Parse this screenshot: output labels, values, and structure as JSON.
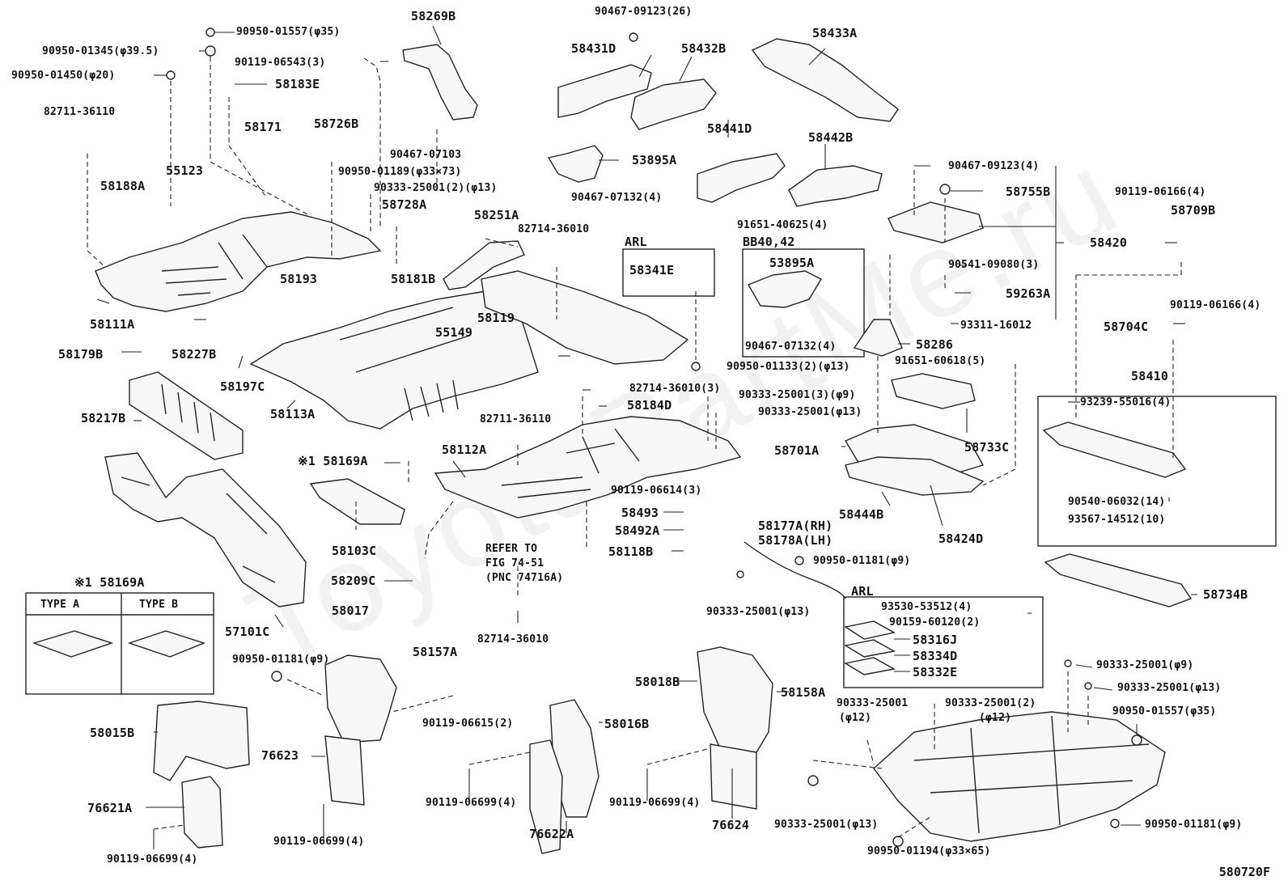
{
  "diagram_code": "580720F",
  "watermark": "ToyotaPartMe.ru",
  "refer_note": [
    "REFER TO",
    "FIG 74-51",
    "(PNC 74716A)"
  ],
  "groups": {
    "arl_1": {
      "title": "ARL",
      "label": "58341E"
    },
    "bb": {
      "title": "BB40,42",
      "label_a": "53895A",
      "label_b": "90467-07132(4)"
    },
    "box_58410": {
      "title": "58410"
    },
    "arl_2": {
      "title": "ARL"
    },
    "type_box": {
      "title": "※1 58169A",
      "type_a": "TYPE  A",
      "type_b": "TYPE  B"
    }
  },
  "labels": [
    {
      "id": "p58269B",
      "text": "58269B"
    },
    {
      "id": "p90950_01557",
      "text": "90950-01557(φ35)"
    },
    {
      "id": "p90950_01345",
      "text": "90950-01345(φ39.5)"
    },
    {
      "id": "p90119_06543",
      "text": "90119-06543(3)"
    },
    {
      "id": "p90950_01450",
      "text": "90950-01450(φ20)"
    },
    {
      "id": "p58183E",
      "text": "58183E"
    },
    {
      "id": "p82711_36110a",
      "text": "82711-36110"
    },
    {
      "id": "p58171",
      "text": "58171"
    },
    {
      "id": "p58726B",
      "text": "58726B"
    },
    {
      "id": "p90467_07103",
      "text": "90467-07103"
    },
    {
      "id": "p90950_01189",
      "text": "90950-01189(φ33×73)"
    },
    {
      "id": "p55123",
      "text": "55123"
    },
    {
      "id": "p58188A",
      "text": "58188A"
    },
    {
      "id": "p90333_25001_2",
      "text": "90333-25001(2)(φ13)"
    },
    {
      "id": "p58728A",
      "text": "58728A"
    },
    {
      "id": "p58251A",
      "text": "58251A"
    },
    {
      "id": "p82714_36010a",
      "text": "82714-36010"
    },
    {
      "id": "p58193",
      "text": "58193"
    },
    {
      "id": "p58181B",
      "text": "58181B"
    },
    {
      "id": "p58111A",
      "text": "58111A"
    },
    {
      "id": "p58119",
      "text": "58119"
    },
    {
      "id": "p55149",
      "text": "55149"
    },
    {
      "id": "p58179B",
      "text": "58179B"
    },
    {
      "id": "p58227B",
      "text": "58227B"
    },
    {
      "id": "p58197C",
      "text": "58197C"
    },
    {
      "id": "p58113A",
      "text": "58113A"
    },
    {
      "id": "p58217B",
      "text": "58217B"
    },
    {
      "id": "p90467_09123_26",
      "text": "90467-09123(26)"
    },
    {
      "id": "p58431D",
      "text": "58431D"
    },
    {
      "id": "p58432B",
      "text": "58432B"
    },
    {
      "id": "p58433A",
      "text": "58433A"
    },
    {
      "id": "p58441D",
      "text": "58441D"
    },
    {
      "id": "p58442B",
      "text": "58442B"
    },
    {
      "id": "p53895A",
      "text": "53895A"
    },
    {
      "id": "p90467_07132",
      "text": "90467-07132(4)"
    },
    {
      "id": "p90467_09123_4",
      "text": "90467-09123(4)"
    },
    {
      "id": "p58755B",
      "text": "58755B"
    },
    {
      "id": "p90119_06166a",
      "text": "90119-06166(4)"
    },
    {
      "id": "p58709B",
      "text": "58709B"
    },
    {
      "id": "p91651_40625",
      "text": "91651-40625(4)"
    },
    {
      "id": "p58420",
      "text": "58420"
    },
    {
      "id": "p90541_09080",
      "text": "90541-09080(3)"
    },
    {
      "id": "p59263A",
      "text": "59263A"
    },
    {
      "id": "p90119_06166b",
      "text": "90119-06166(4)"
    },
    {
      "id": "p93311_16012",
      "text": "93311-16012"
    },
    {
      "id": "p58704C",
      "text": "58704C"
    },
    {
      "id": "p58286",
      "text": "58286"
    },
    {
      "id": "p91651_60618",
      "text": "91651-60618(5)"
    },
    {
      "id": "p90950_01133",
      "text": "90950-01133(2)(φ13)"
    },
    {
      "id": "p82714_36010b",
      "text": "82714-36010(3)"
    },
    {
      "id": "p90333_25001_3",
      "text": "90333-25001(3)(φ9)"
    },
    {
      "id": "p58184D",
      "text": "58184D"
    },
    {
      "id": "p90333_25001_13a",
      "text": "90333-25001(φ13)"
    },
    {
      "id": "p82711_36110b",
      "text": "82711-36110"
    },
    {
      "id": "p58112A",
      "text": "58112A"
    },
    {
      "id": "p58169A",
      "text": "※1 58169A"
    },
    {
      "id": "p58103C",
      "text": "58103C"
    },
    {
      "id": "p57101C",
      "text": "57101C"
    },
    {
      "id": "p58701A",
      "text": "58701A"
    },
    {
      "id": "p58733C",
      "text": "58733C"
    },
    {
      "id": "p58444B",
      "text": "58444B"
    },
    {
      "id": "p58424D",
      "text": "58424D"
    },
    {
      "id": "p93239_55016",
      "text": "93239-55016(4)"
    },
    {
      "id": "p90540_06032",
      "text": "90540-06032(14)"
    },
    {
      "id": "p93567_14512",
      "text": "93567-14512(10)"
    },
    {
      "id": "p90119_06614",
      "text": "90119-06614(3)"
    },
    {
      "id": "p58493",
      "text": "58493"
    },
    {
      "id": "p58492A",
      "text": "58492A"
    },
    {
      "id": "p58118B",
      "text": "58118B"
    },
    {
      "id": "p58177A",
      "text": "58177A(RH)"
    },
    {
      "id": "p58178A",
      "text": "58178A(LH)"
    },
    {
      "id": "p90950_01181a",
      "text": "90950-01181(φ9)"
    },
    {
      "id": "p58734B",
      "text": "58734B"
    },
    {
      "id": "p58209C",
      "text": "58209C"
    },
    {
      "id": "p90333_25001_13b",
      "text": "90333-25001(φ13)"
    },
    {
      "id": "p82714_36010c",
      "text": "82714-36010"
    },
    {
      "id": "p93530_53512",
      "text": "93530-53512(4)"
    },
    {
      "id": "p90159_60120",
      "text": "90159-60120(2)"
    },
    {
      "id": "p58316J",
      "text": "58316J"
    },
    {
      "id": "p58334D",
      "text": "58334D"
    },
    {
      "id": "p58332E",
      "text": "58332E"
    },
    {
      "id": "p58017",
      "text": "58017"
    },
    {
      "id": "p90950_01181b",
      "text": "90950-01181(φ9)"
    },
    {
      "id": "p58157A",
      "text": "58157A"
    },
    {
      "id": "p58018B",
      "text": "58018B"
    },
    {
      "id": "p58158A",
      "text": "58158A"
    },
    {
      "id": "p90333_25001_12a",
      "text": "90333-25001"
    },
    {
      "id": "p90333_25001_12a_d",
      "text": "(φ12)"
    },
    {
      "id": "p90333_25001_2b",
      "text": "90333-25001(2)"
    },
    {
      "id": "p90333_25001_2b_d",
      "text": "(φ12)"
    },
    {
      "id": "p90333_25001_9b",
      "text": "90333-25001(φ9)"
    },
    {
      "id": "p90333_25001_13c",
      "text": "90333-25001(φ13)"
    },
    {
      "id": "p90950_01557b",
      "text": "90950-01557(φ35)"
    },
    {
      "id": "p58015B",
      "text": "58015B"
    },
    {
      "id": "p90119_06615",
      "text": "90119-06615(2)"
    },
    {
      "id": "p58016B",
      "text": "58016B"
    },
    {
      "id": "p76623",
      "text": "76623"
    },
    {
      "id": "p76621A",
      "text": "76621A"
    },
    {
      "id": "p90119_06699a",
      "text": "90119-06699(4)"
    },
    {
      "id": "p90119_06699b",
      "text": "90119-06699(4)"
    },
    {
      "id": "p90119_06699c",
      "text": "90119-06699(4)"
    },
    {
      "id": "p90119_06699d",
      "text": "90119-06699(4)"
    },
    {
      "id": "p76622A",
      "text": "76622A"
    },
    {
      "id": "p76624",
      "text": "76624"
    },
    {
      "id": "p90333_25001_13d",
      "text": "90333-25001(φ13)"
    },
    {
      "id": "p90950_01194",
      "text": "90950-01194(φ33×65)"
    },
    {
      "id": "p90950_01181c",
      "text": "90950-01181(φ9)"
    }
  ]
}
